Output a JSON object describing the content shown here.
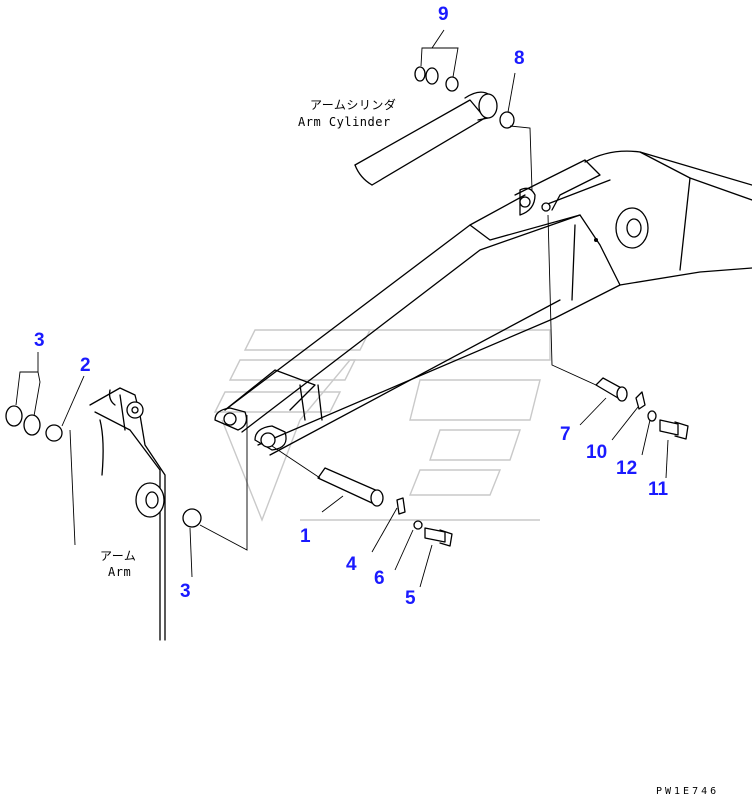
{
  "labels": {
    "arm_cylinder_jp": "アームシリンダ",
    "arm_cylinder_en": "Arm Cylinder",
    "arm_jp": "アーム",
    "arm_en": "Arm"
  },
  "callouts": {
    "c1": "1",
    "c2": "2",
    "c3a": "3",
    "c3b": "3",
    "c4": "4",
    "c5": "5",
    "c6": "6",
    "c7": "7",
    "c8": "8",
    "c9": "9",
    "c10": "10",
    "c11": "11",
    "c12": "12"
  },
  "drawing_code": "PW1E746",
  "colors": {
    "callout": "#1a1aff",
    "line": "#000000",
    "watermark": "#c9c9c9"
  }
}
